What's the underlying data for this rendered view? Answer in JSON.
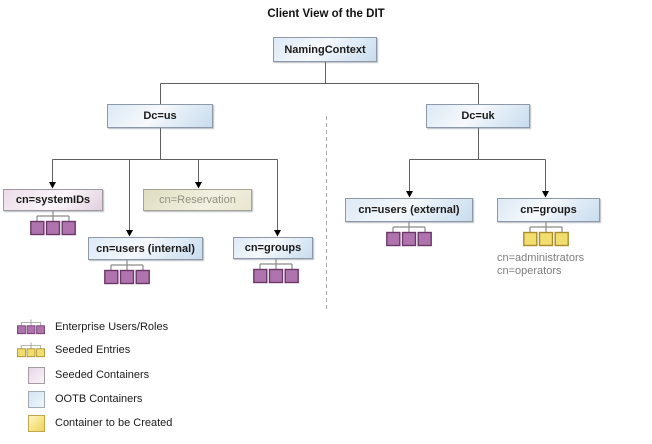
{
  "title": "Client View of the DIT",
  "nodes": {
    "naming_context": "NamingContext",
    "dc_us": "Dc=us",
    "dc_uk": "Dc=uk",
    "systemids": "cn=systemIDs",
    "reservation": "cn=Reservation",
    "users_internal": "cn=users (internal)",
    "groups_us": "cn=groups",
    "users_external": "cn=users (external)",
    "groups_uk": "cn=groups"
  },
  "annotations": {
    "groups_uk_entries": [
      "cn=administrators",
      "cn=operators"
    ]
  },
  "legend": {
    "items": [
      {
        "label": "Enterprise Users/Roles",
        "icon": "enterprise-users-roles-icon"
      },
      {
        "label": "Seeded Entries",
        "icon": "seeded-entries-icon"
      },
      {
        "label": "Seeded Containers",
        "icon": "seeded-container-swatch"
      },
      {
        "label": "OOTB Containers",
        "icon": "ootb-container-swatch"
      },
      {
        "label": "Container to be Created",
        "icon": "created-container-swatch"
      }
    ]
  },
  "colors": {
    "ootb_container": "#cfe0ee",
    "seeded_container": "#e8d5e6",
    "reservation_container": "#e3e1c4",
    "created_container": "#f5e27b",
    "enterprise_users_roles": "#af74ad",
    "seeded_entries": "#f2de6e",
    "connector_line": "#5f5f5f",
    "divider_line": "#a9a9a9"
  }
}
